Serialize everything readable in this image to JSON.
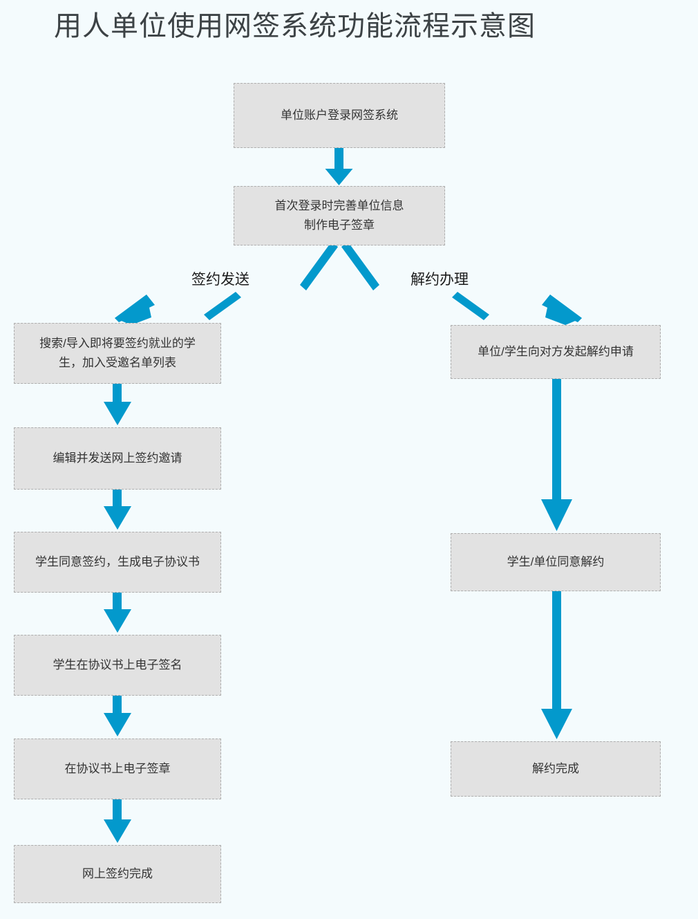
{
  "title": "用人单位使用网签系统功能流程示意图",
  "colors": {
    "background": "#f4fbfd",
    "node_fill": "#e2e2e2",
    "node_border": "#adadad",
    "arrow": "#0399cc",
    "title_text": "#3c4245",
    "node_text": "#333333"
  },
  "nodes": {
    "login": "单位账户登录网签系统",
    "profile": "首次登录时完善单位信息\n制作电子签章",
    "import": "搜索/导入即将要签约就业的学\n生，加入受邀名单列表",
    "invite": "编辑并发送网上签约邀请",
    "agree": "学生同意签约，生成电子协议书",
    "esign": "学生在协议书上电子签名",
    "eseal": "在协议书上电子签章",
    "done": "网上签约完成",
    "terminate": "单位/学生向对方发起解约申请",
    "accept": "学生/单位同意解约",
    "tdone": "解约完成"
  },
  "branch_labels": {
    "sign": "签约发送",
    "terminate": "解约办理"
  },
  "chart_data": {
    "type": "diagram",
    "title": "用人单位使用网签系统功能流程示意图",
    "orientation": "top-down",
    "nodes": [
      {
        "id": "login",
        "label": "单位账户登录网签系统",
        "column": "center"
      },
      {
        "id": "profile",
        "label": "首次登录时完善单位信息 制作电子签章",
        "column": "center"
      },
      {
        "id": "import",
        "label": "搜索/导入即将要签约就业的学生，加入受邀名单列表",
        "column": "left"
      },
      {
        "id": "invite",
        "label": "编辑并发送网上签约邀请",
        "column": "left"
      },
      {
        "id": "agree",
        "label": "学生同意签约，生成电子协议书",
        "column": "left"
      },
      {
        "id": "esign",
        "label": "学生在协议书上电子签名",
        "column": "left"
      },
      {
        "id": "eseal",
        "label": "在协议书上电子签章",
        "column": "left"
      },
      {
        "id": "done",
        "label": "网上签约完成",
        "column": "left"
      },
      {
        "id": "terminate",
        "label": "单位/学生向对方发起解约申请",
        "column": "right"
      },
      {
        "id": "accept",
        "label": "学生/单位同意解约",
        "column": "right"
      },
      {
        "id": "tdone",
        "label": "解约完成",
        "column": "right"
      }
    ],
    "edges": [
      {
        "from": "login",
        "to": "profile",
        "label": ""
      },
      {
        "from": "profile",
        "to": "import",
        "label": "签约发送"
      },
      {
        "from": "profile",
        "to": "terminate",
        "label": "解约办理"
      },
      {
        "from": "import",
        "to": "invite",
        "label": ""
      },
      {
        "from": "invite",
        "to": "agree",
        "label": ""
      },
      {
        "from": "agree",
        "to": "esign",
        "label": ""
      },
      {
        "from": "esign",
        "to": "eseal",
        "label": ""
      },
      {
        "from": "eseal",
        "to": "done",
        "label": ""
      },
      {
        "from": "terminate",
        "to": "accept",
        "label": ""
      },
      {
        "from": "accept",
        "to": "tdone",
        "label": ""
      }
    ]
  }
}
